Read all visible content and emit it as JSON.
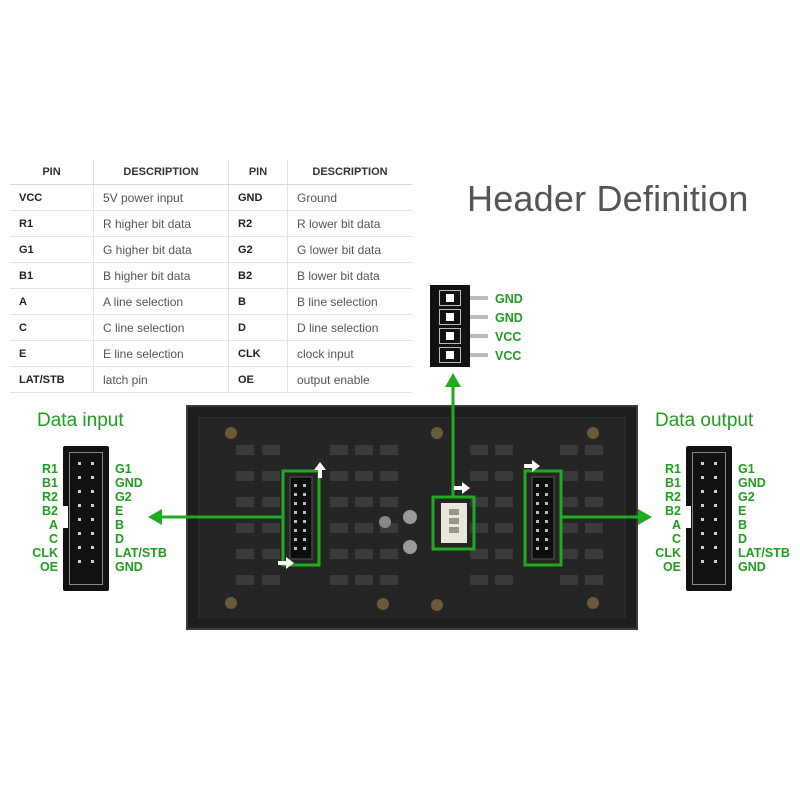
{
  "table": {
    "headers": [
      "PIN",
      "DESCRIPTION",
      "PIN",
      "DESCRIPTION"
    ],
    "rows": [
      [
        "VCC",
        "5V power input",
        "GND",
        "Ground"
      ],
      [
        "R1",
        "R higher bit data",
        "R2",
        "R lower bit data"
      ],
      [
        "G1",
        "G higher bit data",
        "G2",
        "G lower bit data"
      ],
      [
        "B1",
        "B higher bit data",
        "B2",
        "B lower bit data"
      ],
      [
        "A",
        "A line selection",
        "B",
        "B line selection"
      ],
      [
        "C",
        "C line selection",
        "D",
        "D line selection"
      ],
      [
        "E",
        "E line selection",
        "CLK",
        "clock input"
      ],
      [
        "LAT/STB",
        "latch pin",
        "OE",
        "output enable"
      ]
    ]
  },
  "title": "Header Definition",
  "power_header": {
    "pins": [
      "GND",
      "GND",
      "VCC",
      "VCC"
    ]
  },
  "data_input": {
    "label": "Data input",
    "left_pins": [
      "R1",
      "B1",
      "R2",
      "B2",
      "A",
      "C",
      "CLK",
      "OE"
    ],
    "right_pins": [
      "G1",
      "GND",
      "G2",
      "E",
      "B",
      "D",
      "LAT/STB",
      "GND"
    ]
  },
  "data_output": {
    "label": "Data output",
    "left_pins": [
      "R1",
      "B1",
      "R2",
      "B2",
      "A",
      "C",
      "CLK",
      "OE"
    ],
    "right_pins": [
      "G1",
      "GND",
      "G2",
      "E",
      "B",
      "D",
      "LAT/STB",
      "GND"
    ]
  },
  "colors": {
    "accent_green": "#1faa1f",
    "title_gray": "#555555",
    "board": "#1e1e1e"
  }
}
